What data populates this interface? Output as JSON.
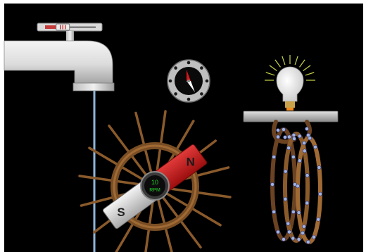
{
  "sim": {
    "rpm_value": "10",
    "rpm_unit": "RPM",
    "magnet_north": "N",
    "magnet_south": "S"
  },
  "colors": {
    "background": "#000000",
    "faucet": "#e6e6e6",
    "water": "#8fb6d6",
    "wheel": "#8a5a2b",
    "coil": "#9a6a3a",
    "magnet_north": "#c8102e",
    "magnet_south": "#dcdcdc",
    "rpm_text": "#27d22a",
    "compass_needle_red": "#d01818",
    "bulb_rays": "#c8d44a"
  },
  "controls": {
    "faucet_slider_level": 0.35
  },
  "icons": {
    "faucet": "faucet-icon",
    "compass": "compass-icon",
    "bulb": "light-bulb-icon",
    "wheel": "water-wheel-icon",
    "magnet": "bar-magnet-icon",
    "coil": "pickup-coil-icon"
  }
}
